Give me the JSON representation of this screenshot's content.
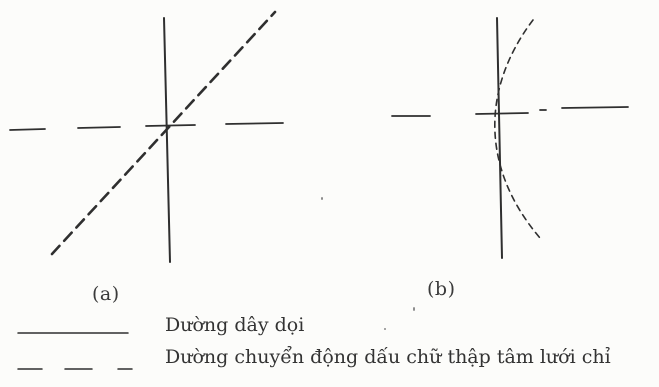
{
  "figure": {
    "panels": [
      {
        "id": "a",
        "label": "(a)"
      },
      {
        "id": "b",
        "label": "(b)"
      }
    ],
    "legend": [
      {
        "style": "solid",
        "text": "Dường dây dọi"
      },
      {
        "style": "dashed",
        "text": "Dường chuyển động dấu chữ thập tâm lưới chỉ"
      }
    ],
    "colors": {
      "ink": "#2f2f2f",
      "paper": "#fcfcfa"
    }
  }
}
